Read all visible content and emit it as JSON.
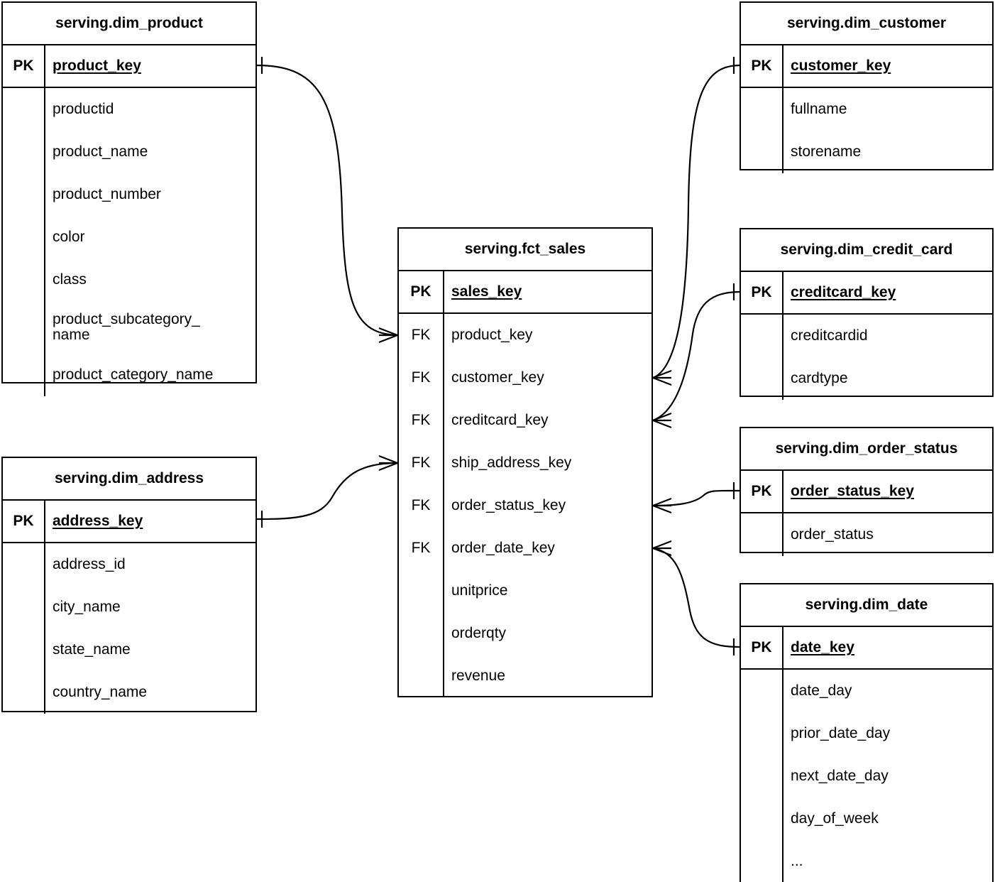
{
  "diagram": {
    "type": "entity-relationship-diagram",
    "notation": "crow's foot",
    "background_color": "#ffffff",
    "line_color": "#000000"
  },
  "entities": {
    "dim_product": {
      "title": "serving.dim_product",
      "pk_label": "PK",
      "pk_column": "product_key",
      "attributes": [
        "productid",
        "product_name",
        "product_number",
        "color",
        "class",
        "product_subcategory_\nname",
        "product_category_name"
      ]
    },
    "dim_address": {
      "title": "serving.dim_address",
      "pk_label": "PK",
      "pk_column": "address_key",
      "attributes": [
        "address_id",
        "city_name",
        "state_name",
        "country_name"
      ]
    },
    "fct_sales": {
      "title": "serving.fct_sales",
      "pk_label": "PK",
      "pk_column": "sales_key",
      "fk_label": "FK",
      "columns": [
        {
          "key": "FK",
          "name": "product_key"
        },
        {
          "key": "FK",
          "name": "customer_key"
        },
        {
          "key": "FK",
          "name": "creditcard_key"
        },
        {
          "key": "FK",
          "name": "ship_address_key"
        },
        {
          "key": "FK",
          "name": "order_status_key"
        },
        {
          "key": "FK",
          "name": "order_date_key"
        },
        {
          "key": "",
          "name": "unitprice"
        },
        {
          "key": "",
          "name": "orderqty"
        },
        {
          "key": "",
          "name": "revenue"
        }
      ]
    },
    "dim_customer": {
      "title": "serving.dim_customer",
      "pk_label": "PK",
      "pk_column": "customer_key",
      "attributes": [
        "fullname",
        "storename"
      ]
    },
    "dim_credit_card": {
      "title": "serving.dim_credit_card",
      "pk_label": "PK",
      "pk_column": "creditcard_key",
      "attributes": [
        "creditcardid",
        "cardtype"
      ]
    },
    "dim_order_status": {
      "title": "serving.dim_order_status",
      "pk_label": "PK",
      "pk_column": "order_status_key",
      "attributes": [
        "order_status"
      ]
    },
    "dim_date": {
      "title": "serving.dim_date",
      "pk_label": "PK",
      "pk_column": "date_key",
      "attributes": [
        "date_day",
        "prior_date_day",
        "next_date_day",
        "day_of_week",
        "..."
      ]
    }
  },
  "relationships": [
    {
      "from": "dim_product",
      "from_column": "product_key",
      "to": "fct_sales",
      "to_column": "product_key",
      "cardinality": "one-to-many"
    },
    {
      "from": "dim_address",
      "from_column": "address_key",
      "to": "fct_sales",
      "to_column": "ship_address_key",
      "cardinality": "one-to-many"
    },
    {
      "from": "dim_customer",
      "from_column": "customer_key",
      "to": "fct_sales",
      "to_column": "customer_key",
      "cardinality": "one-to-many"
    },
    {
      "from": "dim_credit_card",
      "from_column": "creditcard_key",
      "to": "fct_sales",
      "to_column": "creditcard_key",
      "cardinality": "one-to-many"
    },
    {
      "from": "dim_order_status",
      "from_column": "order_status_key",
      "to": "fct_sales",
      "to_column": "order_status_key",
      "cardinality": "one-to-many"
    },
    {
      "from": "dim_date",
      "from_column": "date_key",
      "to": "fct_sales",
      "to_column": "order_date_key",
      "cardinality": "one-to-many"
    }
  ]
}
